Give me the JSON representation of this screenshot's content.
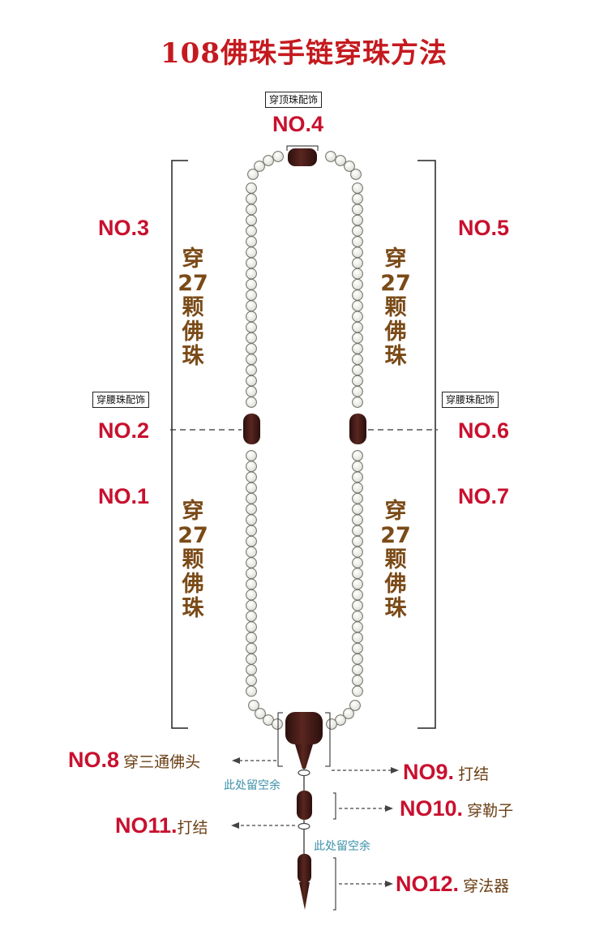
{
  "title": "108佛珠手链穿珠方法",
  "top_label_box": "穿顶珠配饰",
  "labels": {
    "no4": "NO.4",
    "no3": "NO.3",
    "no5": "NO.5",
    "no2": "NO.2",
    "no6": "NO.6",
    "no1": "NO.1",
    "no7": "NO.7"
  },
  "waist_box_left": "穿腰珠配饰",
  "waist_box_right": "穿腰珠配饰",
  "vertical_text": {
    "upper_left": [
      "穿",
      "27",
      "颗",
      "佛",
      "珠"
    ],
    "upper_right": [
      "穿",
      "27",
      "颗",
      "佛",
      "珠"
    ],
    "lower_left": [
      "穿",
      "27",
      "颗",
      "佛",
      "珠"
    ],
    "lower_right": [
      "穿",
      "27",
      "颗",
      "佛",
      "珠"
    ]
  },
  "steps": {
    "no8_num": "NO.8",
    "no8_text": "穿三通佛头",
    "no9_num": "NO9.",
    "no9_text": "打结",
    "no10_num": "NO10.",
    "no10_text": "穿勒子",
    "no11_num": "NO11.",
    "no11_text": "打结",
    "no12_num": "NO12.",
    "no12_text": "穿法器"
  },
  "gap_notes": {
    "first": "此处留空余",
    "second": "此处留空余"
  },
  "colors": {
    "title": "#c41a1f",
    "number_labels": "#c8102e",
    "vertical_text": "#7a4a17",
    "bead_fill": "#f3f3f0",
    "accessory_bead": "#4a1c18",
    "note_text": "#3b90a8"
  }
}
